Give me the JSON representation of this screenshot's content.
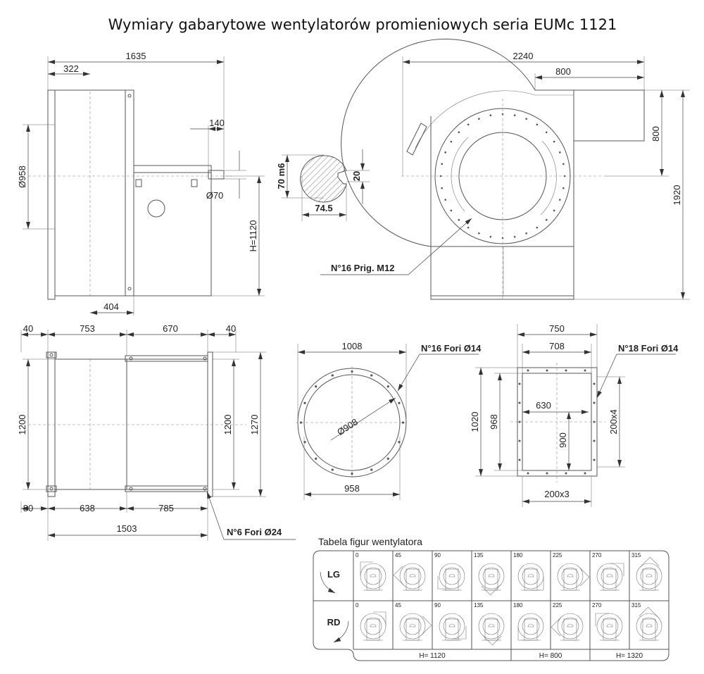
{
  "title": "Wymiary gabarytowe wentylatorów promieniowych seria EUMc 1121",
  "side_view": {
    "d1635": "1635",
    "d322": "322",
    "d140": "140",
    "d958": "Ø958",
    "d70": "Ø70",
    "h1120": "H=1120",
    "d404": "404"
  },
  "shaft": {
    "d70m6": "70  m6",
    "d20": "20",
    "d745": "74.5"
  },
  "front_view": {
    "d2240": "2240",
    "d800h": "800",
    "d800v": "800",
    "d1920": "1920",
    "holes": "N°16  Prig.  M12"
  },
  "top_view": {
    "d40a": "40",
    "d753": "753",
    "d670": "670",
    "d40b": "40",
    "d1200a": "1200",
    "d1200b": "1200",
    "d1270": "1270",
    "d80": "80",
    "d638": "638",
    "d785": "785",
    "d1503": "1503",
    "holes": "N°6  Fori  Ø24"
  },
  "inlet_flange": {
    "d1008": "1008",
    "d958": "958",
    "d908": "Ø908",
    "holes": "N°16  Fori  Ø14"
  },
  "outlet_flange": {
    "d750": "750",
    "d708": "708",
    "d630": "630",
    "d900": "900",
    "d1020": "1020",
    "d968": "968",
    "d200x4": "200x4",
    "d200x3": "200x3",
    "holes": "N°18  Fori  Ø14"
  },
  "table": {
    "title": "Tabela figur wentylatora",
    "rows": [
      {
        "label": "LG"
      },
      {
        "label": "RD"
      }
    ],
    "angles": [
      "0",
      "45",
      "90",
      "135",
      "180",
      "225",
      "270",
      "315"
    ],
    "heights": [
      {
        "label": "H= 1120",
        "span": 4
      },
      {
        "label": "H= 800",
        "span": 2
      },
      {
        "label": "H= 1320",
        "span": 2
      }
    ]
  }
}
